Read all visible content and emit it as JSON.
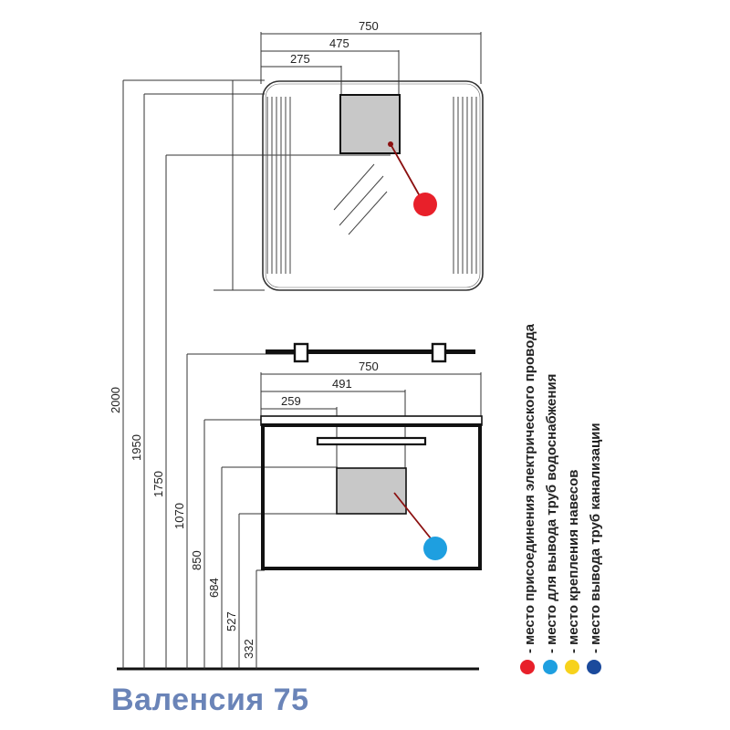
{
  "title": "Валенсия 75",
  "mirror": {
    "dims": {
      "total_width": "750",
      "socket_offset": "475",
      "socket_left": "275"
    }
  },
  "cabinet": {
    "dims": {
      "total_width": "750",
      "pipe_offset": "491",
      "pipe_left": "259"
    }
  },
  "heights": [
    "2000",
    "1950",
    "1750",
    "1070",
    "850",
    "684",
    "527",
    "332"
  ],
  "legend": [
    {
      "text": "- место присоединения электрического провода",
      "color": "#e8202a"
    },
    {
      "text": "- место для вывода труб водоснабжения",
      "color": "#1e9fe0"
    },
    {
      "text": "- место крепления навесов",
      "color": "#f7d21c"
    },
    {
      "text": "- место вывода труб канализации",
      "color": "#1b4a9c"
    }
  ],
  "colors": {
    "electric": "#e8202a",
    "water": "#1e9fe0",
    "hinge": "#f7d21c",
    "sewer": "#1b4a9c",
    "title": "#6a84b8",
    "box_fill": "#c8c8c8"
  }
}
